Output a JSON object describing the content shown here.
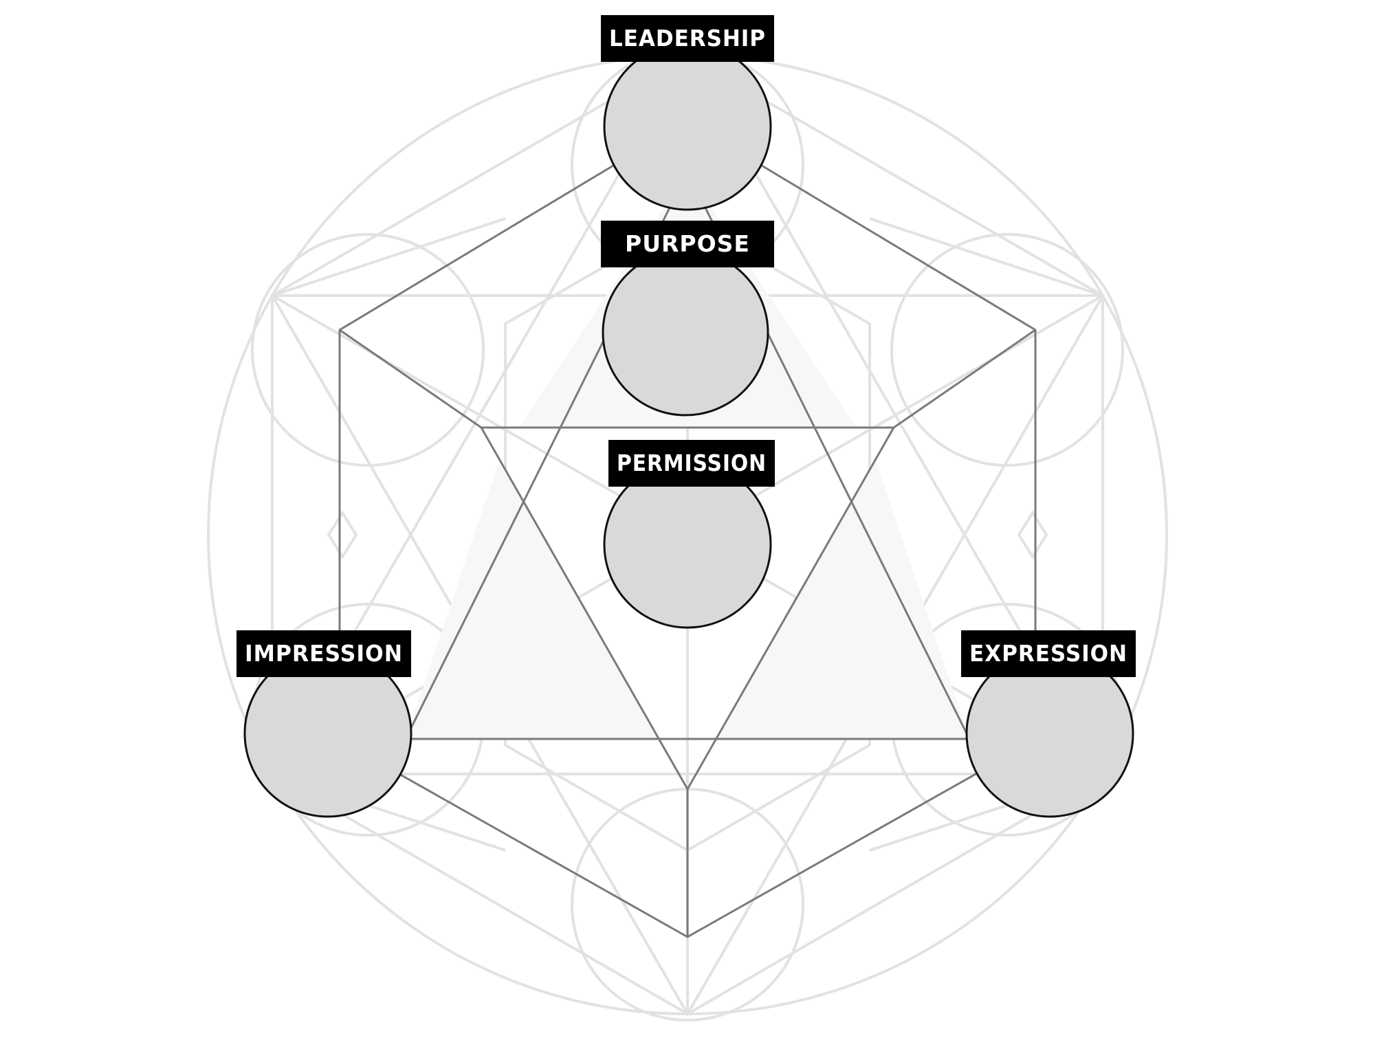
{
  "diagram": {
    "nodes": [
      {
        "id": "leadership",
        "label": "LEADERSHIP"
      },
      {
        "id": "purpose",
        "label": "PURPOSE"
      },
      {
        "id": "permission",
        "label": "PERMISSION"
      },
      {
        "id": "impression",
        "label": "IMPRESSION"
      },
      {
        "id": "expression",
        "label": "EXPRESSION"
      }
    ],
    "colors": {
      "background_geometry": "#e2e2e2",
      "shaded_face": "#f7f7f7",
      "primary_lines": "#7a7a7a",
      "node_fill": "#d9d9d9",
      "node_outline": "#111111",
      "label_background": "#000000",
      "label_text": "#ffffff"
    }
  }
}
